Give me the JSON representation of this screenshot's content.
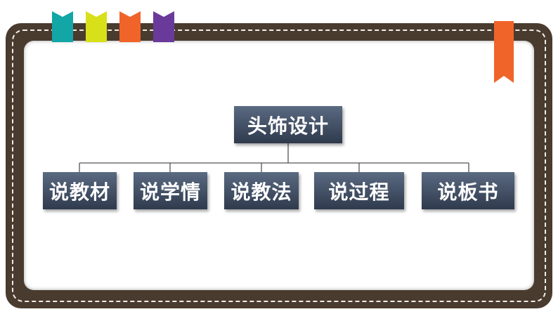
{
  "diagram": {
    "root": {
      "label": "头饰设计"
    },
    "children": [
      {
        "label": "说教材"
      },
      {
        "label": "说学情"
      },
      {
        "label": "说教法"
      },
      {
        "label": "说过程"
      },
      {
        "label": "说板书"
      }
    ]
  },
  "colors": {
    "frame": "#4a3b2f",
    "node": "#3d4a60",
    "ribbon_teal": "#12a6a6",
    "ribbon_yellow": "#d8e01a",
    "ribbon_orange": "#f0642a",
    "ribbon_purple": "#6a3a9a"
  }
}
